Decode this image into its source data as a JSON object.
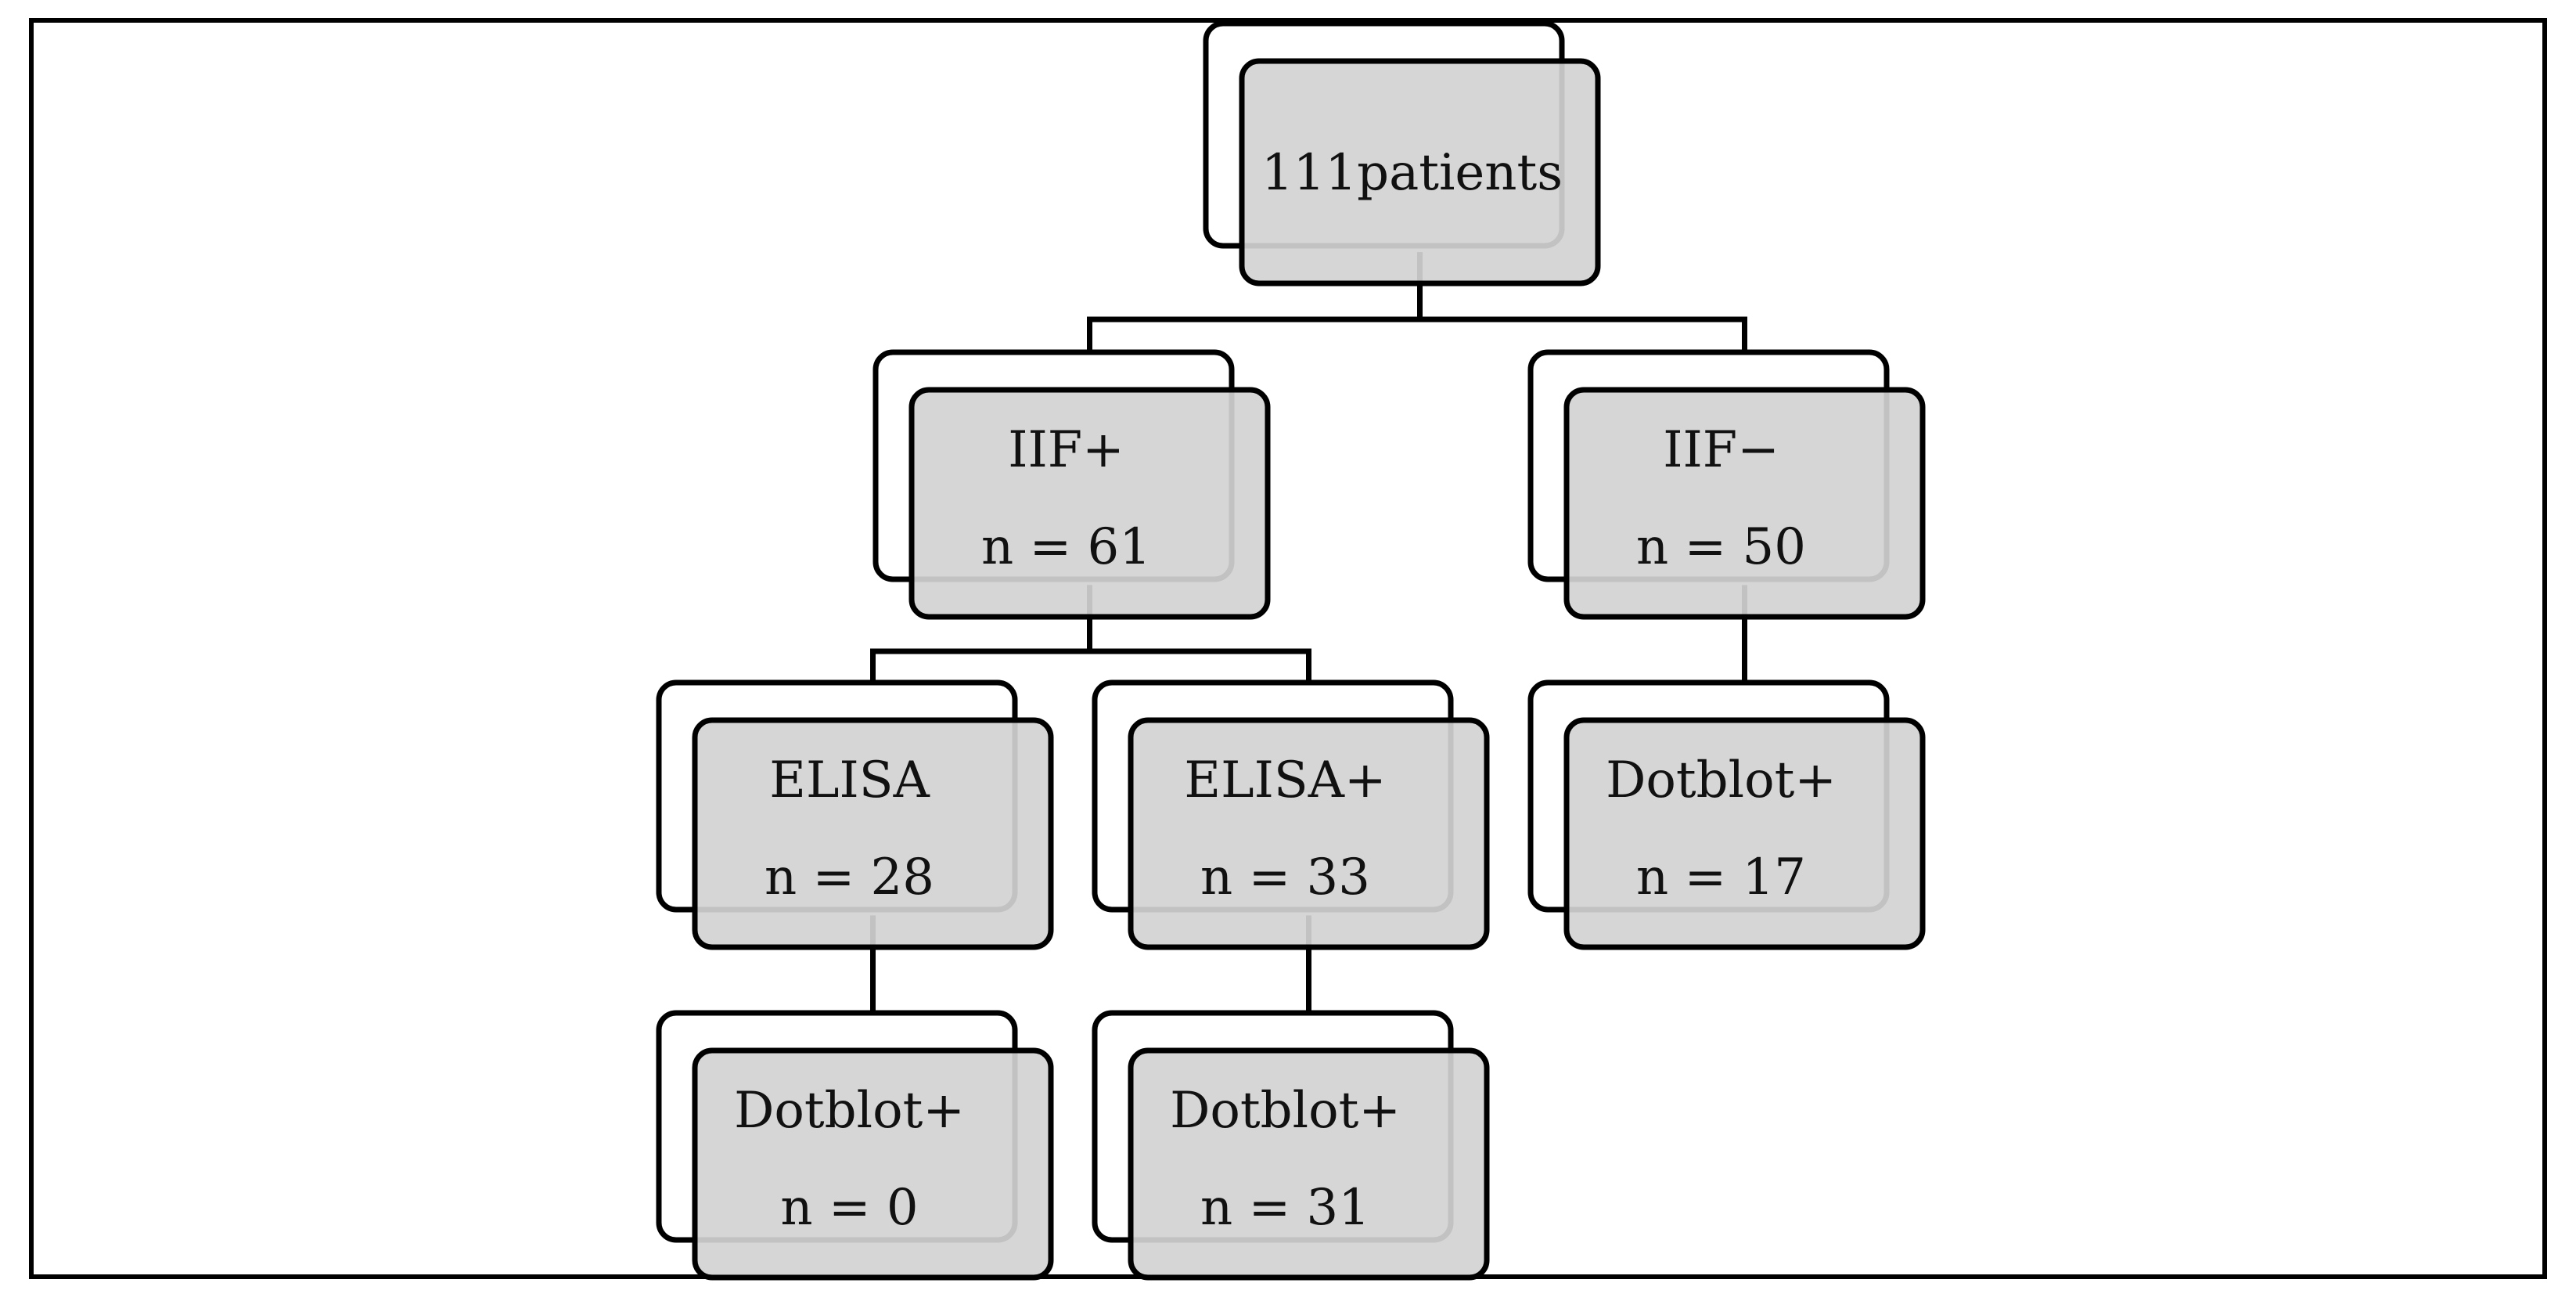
{
  "diagram": {
    "colors": {
      "box_fill": "#d3d3d3",
      "box_stroke": "#000000",
      "back_box_fill": "#ffffff",
      "line": "#000000"
    },
    "nodes": [
      {
        "id": "root",
        "line1": "111patients",
        "line2": ""
      },
      {
        "id": "iif-pos",
        "line1": "IIF+",
        "line2": "n = 61"
      },
      {
        "id": "iif-neg",
        "line1": "IIF−",
        "line2": "n = 50"
      },
      {
        "id": "elisa-neg",
        "line1": "ELISA",
        "line2": "n = 28"
      },
      {
        "id": "elisa-pos",
        "line1": "ELISA+",
        "line2": "n = 33"
      },
      {
        "id": "dotblot-from-iif-neg",
        "line1": "Dotblot+",
        "line2": "n = 17"
      },
      {
        "id": "dotblot-from-elisa-neg",
        "line1": "Dotblot+",
        "line2": "n = 0"
      },
      {
        "id": "dotblot-from-elisa-pos",
        "line1": "Dotblot+",
        "line2": "n = 31"
      }
    ],
    "edges": [
      {
        "from": "root",
        "to": "iif-pos"
      },
      {
        "from": "root",
        "to": "iif-neg"
      },
      {
        "from": "iif-pos",
        "to": "elisa-neg"
      },
      {
        "from": "iif-pos",
        "to": "elisa-pos"
      },
      {
        "from": "iif-neg",
        "to": "dotblot-from-iif-neg"
      },
      {
        "from": "elisa-neg",
        "to": "dotblot-from-elisa-neg"
      },
      {
        "from": "elisa-pos",
        "to": "dotblot-from-elisa-pos"
      }
    ]
  }
}
